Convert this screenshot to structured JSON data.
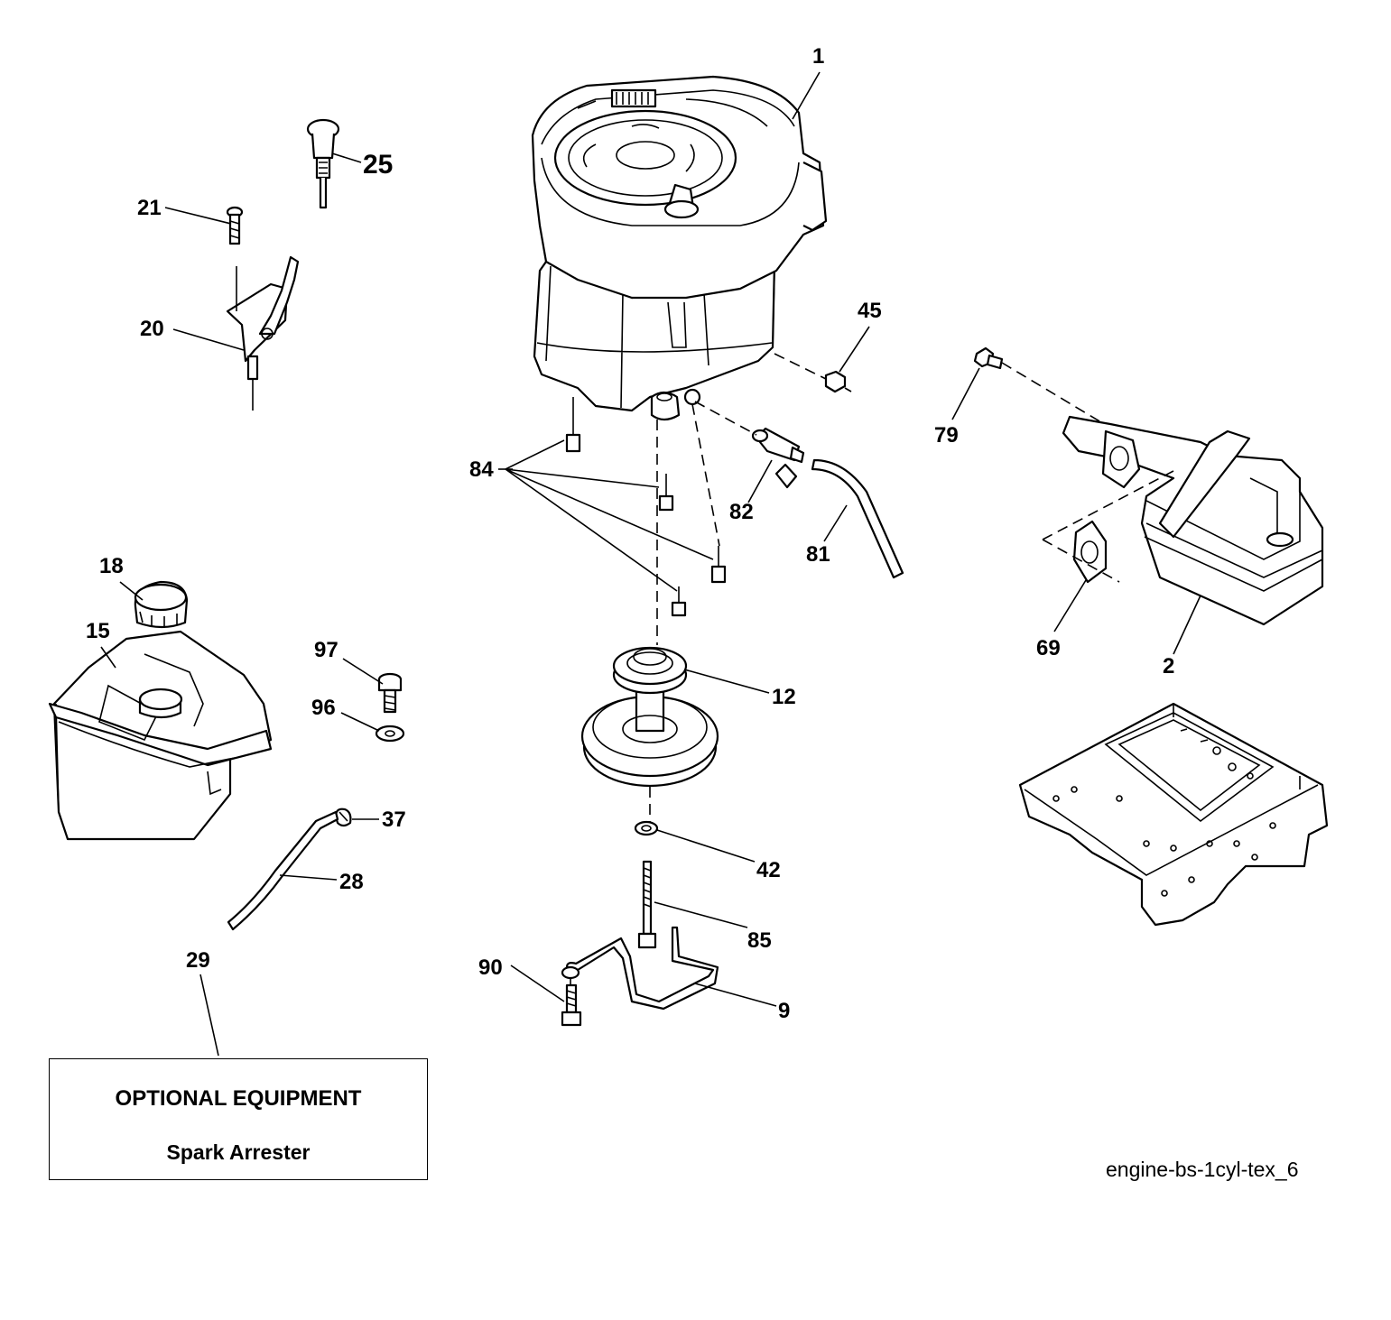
{
  "callouts": {
    "c1": "1",
    "c2": "2",
    "c9": "9",
    "c12": "12",
    "c15": "15",
    "c18": "18",
    "c20": "20",
    "c21": "21",
    "c25": "25",
    "c28": "28",
    "c29": "29",
    "c37": "37",
    "c42": "42",
    "c45": "45",
    "c69": "69",
    "c79": "79",
    "c81": "81",
    "c82": "82",
    "c84": "84",
    "c85": "85",
    "c90": "90",
    "c96": "96",
    "c97": "97"
  },
  "optional_box": {
    "title": "OPTIONAL EQUIPMENT",
    "subtitle": "Spark Arrester"
  },
  "diagram_reference": "engine-bs-1cyl-tex_6",
  "colors": {
    "ink": "#000000",
    "paper": "#ffffff"
  }
}
